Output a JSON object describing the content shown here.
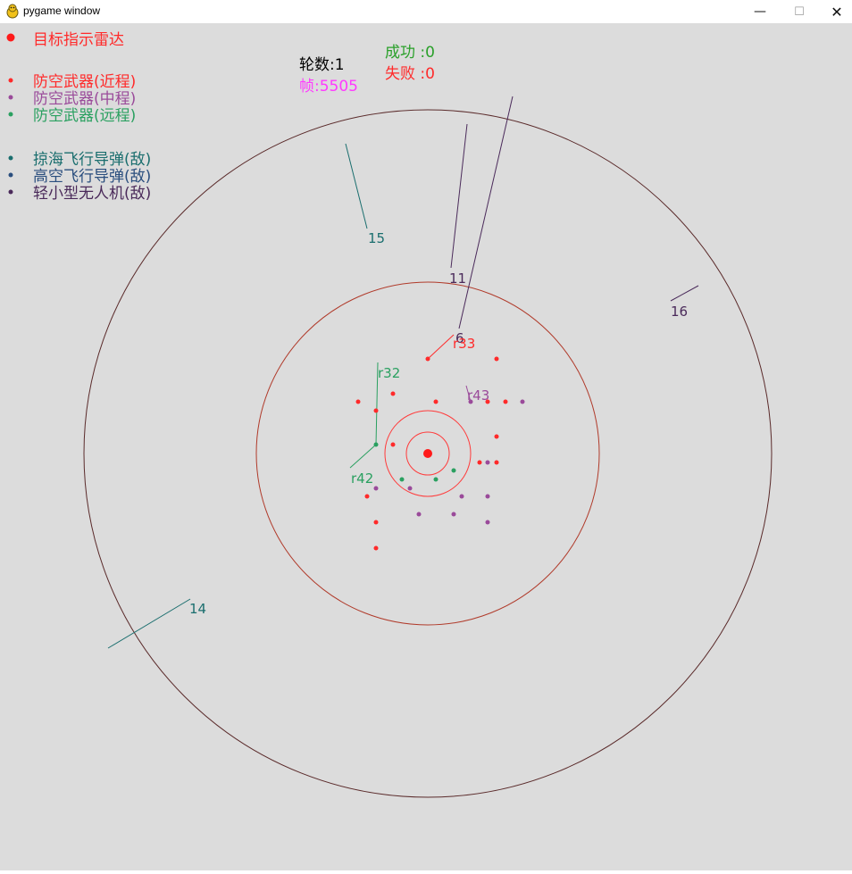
{
  "window": {
    "title": "pygame window",
    "minimize_glyph": "—",
    "maximize_glyph": "☐",
    "close_glyph": "✕",
    "icon": "pygame-snake-icon"
  },
  "legend": {
    "radar_label": "目标指示雷达",
    "weapons": [
      {
        "label": "防空武器(近程)",
        "color": "#ff2a2a"
      },
      {
        "label": "防空武器(中程)",
        "color": "#9a4a9a"
      },
      {
        "label": "防空武器(远程)",
        "color": "#2aa060"
      }
    ],
    "enemies": [
      {
        "label": "掠海飞行导弹(敌)",
        "color": "#1a6e6e"
      },
      {
        "label": "高空飞行导弹(敌)",
        "color": "#2a4e7e"
      },
      {
        "label": "轻小型无人机(敌)",
        "color": "#4a2a5a"
      }
    ],
    "radar_color": "#ff1a1a"
  },
  "stats": {
    "round_label": "轮数:1",
    "frame_label": "帧:5505",
    "success_label": "成功 :0",
    "fail_label": "失败 :0"
  },
  "colors": {
    "outer_ring": "#5a2a2a",
    "mid_ring": "#b03a2a",
    "inner_ring": "#ff3a3a",
    "near": "#ff2a2a",
    "mid": "#9a4a9a",
    "far": "#2aa060",
    "sea_missile": "#1a6e6e",
    "drone": "#4a2a5a",
    "frame_color": "#ff3aff",
    "success_color": "#2aa02a",
    "fail_color": "#ff2a2a"
  },
  "targets": [
    {
      "id": "15",
      "color": "#1a6e6e"
    },
    {
      "id": "11",
      "color": "#4a2a5a"
    },
    {
      "id": "6",
      "color": "#4a2a5a"
    },
    {
      "id": "16",
      "color": "#4a2a5a"
    },
    {
      "id": "14",
      "color": "#1a6e6e"
    }
  ],
  "engagements": [
    {
      "label": "r33",
      "color": "#ff2a2a"
    },
    {
      "label": "r32",
      "color": "#2aa060"
    },
    {
      "label": "r43",
      "color": "#9a4a9a"
    },
    {
      "label": "r42",
      "color": "#2aa060"
    }
  ]
}
